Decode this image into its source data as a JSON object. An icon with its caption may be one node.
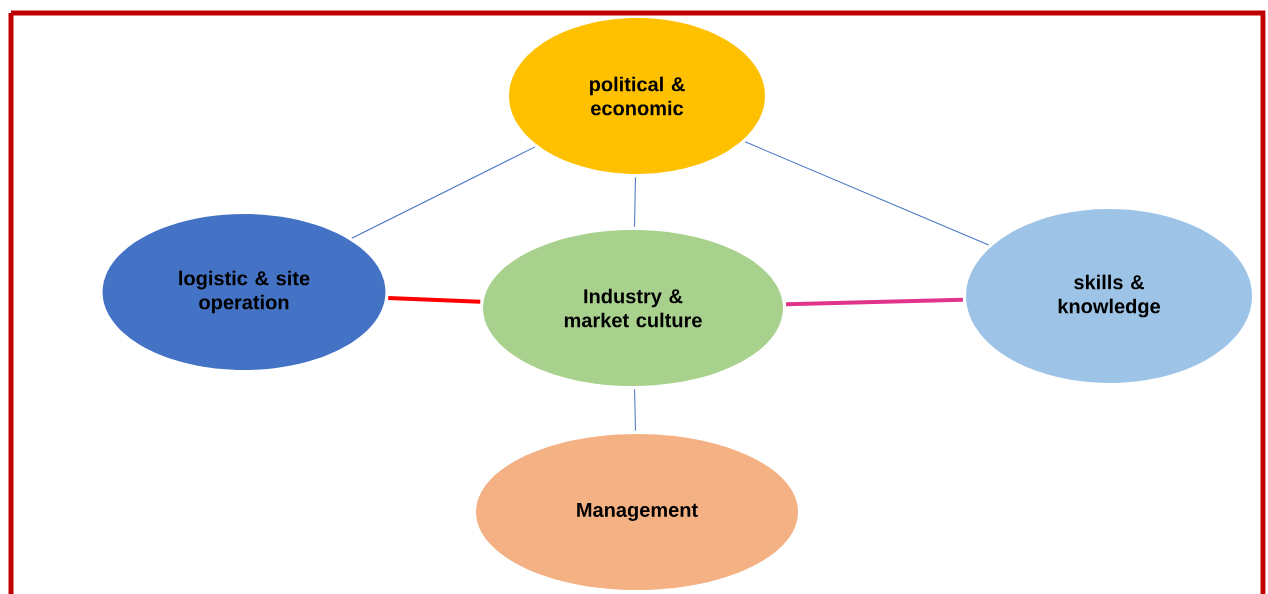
{
  "diagram": {
    "nodes": [
      {
        "text": [
          "political & economic"
        ]
      },
      {
        "text": [
          "logistic & site operation"
        ]
      },
      {
        "text": [
          "Industry & market culture"
        ]
      },
      {
        "text": [
          "skills & knowledge"
        ]
      },
      {
        "text": [
          "Management"
        ]
      }
    ],
    "edges": [
      {
        "from": 0,
        "to": 1,
        "arrow": "none"
      },
      {
        "from": 0,
        "to": 2,
        "arrow": "none"
      },
      {
        "from": 0,
        "to": 3,
        "arrow": "none"
      },
      {
        "from": 1,
        "to": 2,
        "arrow": "none",
        "style": "thick",
        "color": "#ff0000"
      },
      {
        "from": 2,
        "to": 3,
        "arrow": "none",
        "style": "thick",
        "color": "#e0338a"
      },
      {
        "from": 2,
        "to": 4,
        "arrow": "none"
      }
    ]
  }
}
